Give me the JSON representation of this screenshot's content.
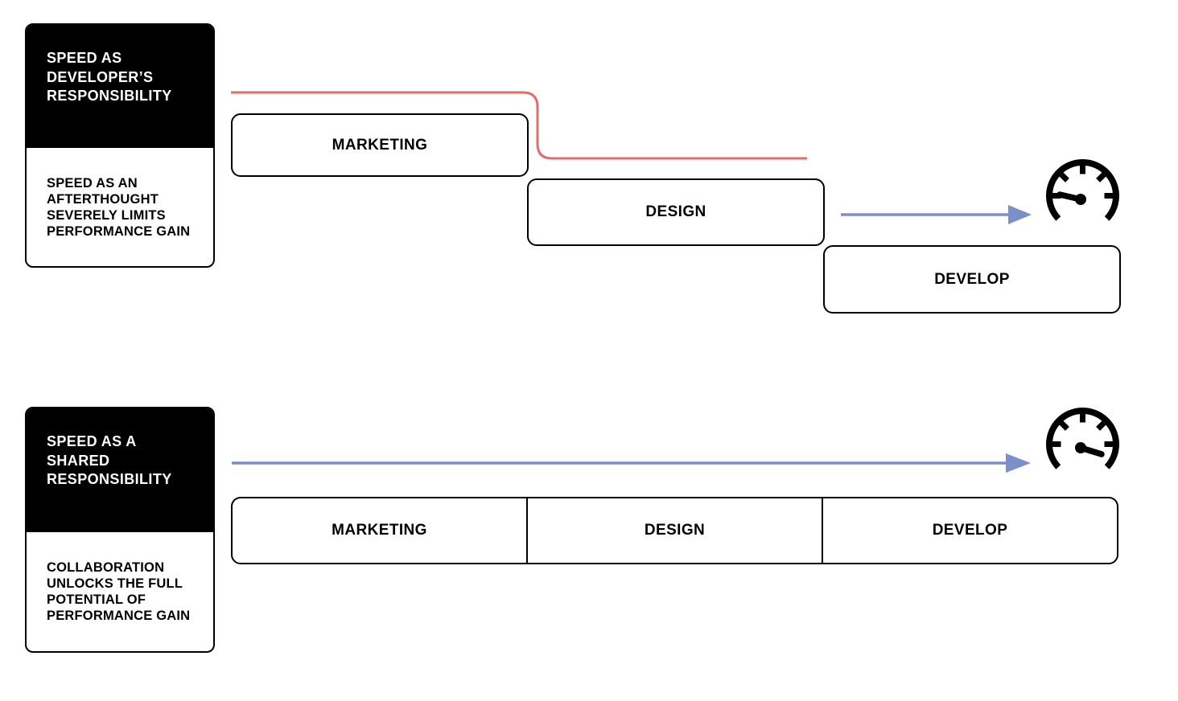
{
  "colors": {
    "accent_red": "#E06C6C",
    "accent_blue": "#7B8FC8",
    "ink": "#000000"
  },
  "icons": {
    "top_gauge": "speedometer-low-reading",
    "bottom_gauge": "speedometer-high-reading"
  },
  "top_flow": {
    "card": {
      "title": "SPEED AS\nDEVELOPER’S\nRESPONSIBILITY",
      "body": "SPEED AS AN\nAFTERTHOUGHT\nSEVERELY LIMITS\nPERFORMANCE GAIN"
    },
    "stages": [
      {
        "label": "MARKETING"
      },
      {
        "label": "DESIGN"
      },
      {
        "label": "DEVELOP"
      }
    ]
  },
  "bottom_flow": {
    "card": {
      "title": "SPEED AS A\nSHARED\nRESPONSIBILITY",
      "body": "COLLABORATION\nUNLOCKS THE FULL\nPOTENTIAL OF\nPERFORMANCE GAIN"
    },
    "stages": [
      {
        "label": "MARKETING"
      },
      {
        "label": "DESIGN"
      },
      {
        "label": "DEVELOP"
      }
    ]
  }
}
